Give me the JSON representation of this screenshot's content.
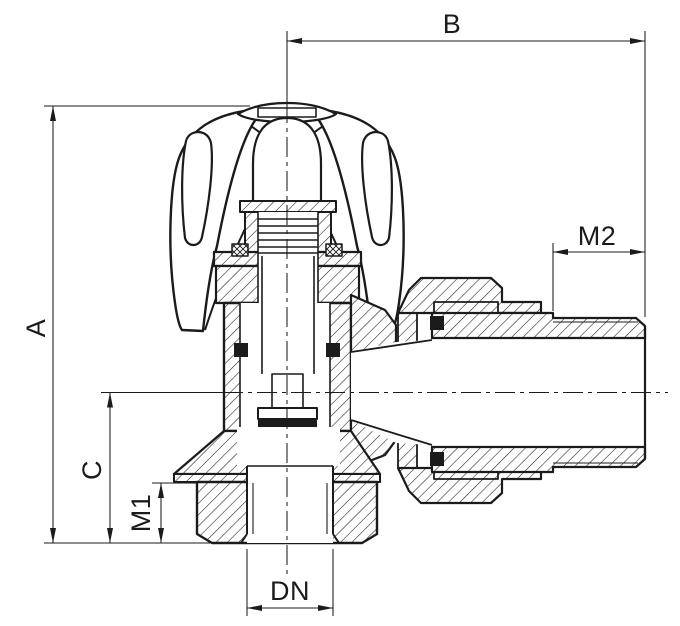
{
  "drawing": {
    "kind": "valve-cross-section-technical-drawing",
    "background_color": "#ffffff",
    "line_color": "#1b1b1b",
    "labels": {
      "A": "A",
      "B": "B",
      "C": "C",
      "M1": "M1",
      "M2": "M2",
      "DN": "DN"
    }
  }
}
